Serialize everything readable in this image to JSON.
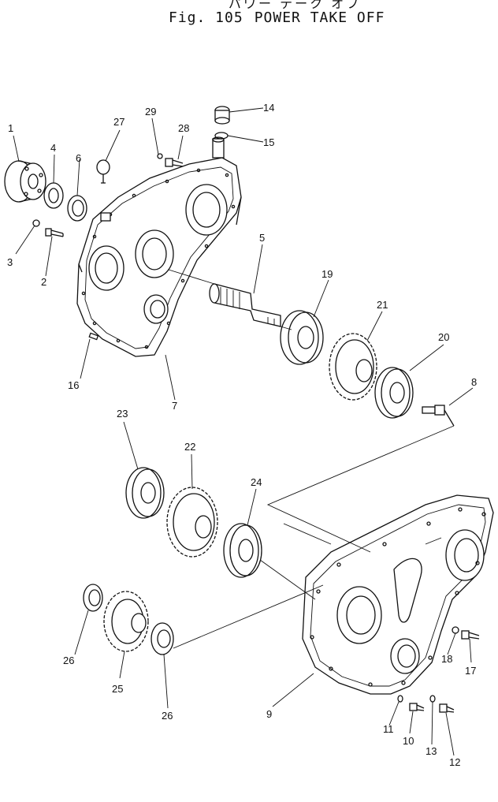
{
  "title": {
    "japanese": "パワー テーク オフ",
    "fig_label": "Fig. 105",
    "name": "POWER TAKE OFF"
  },
  "callouts": [
    "1",
    "2",
    "3",
    "4",
    "5",
    "6",
    "7",
    "8",
    "9",
    "10",
    "11",
    "12",
    "13",
    "14",
    "15",
    "16",
    "17",
    "18",
    "19",
    "20",
    "21",
    "22",
    "23",
    "24",
    "25",
    "26",
    "26",
    "27",
    "28",
    "29"
  ]
}
